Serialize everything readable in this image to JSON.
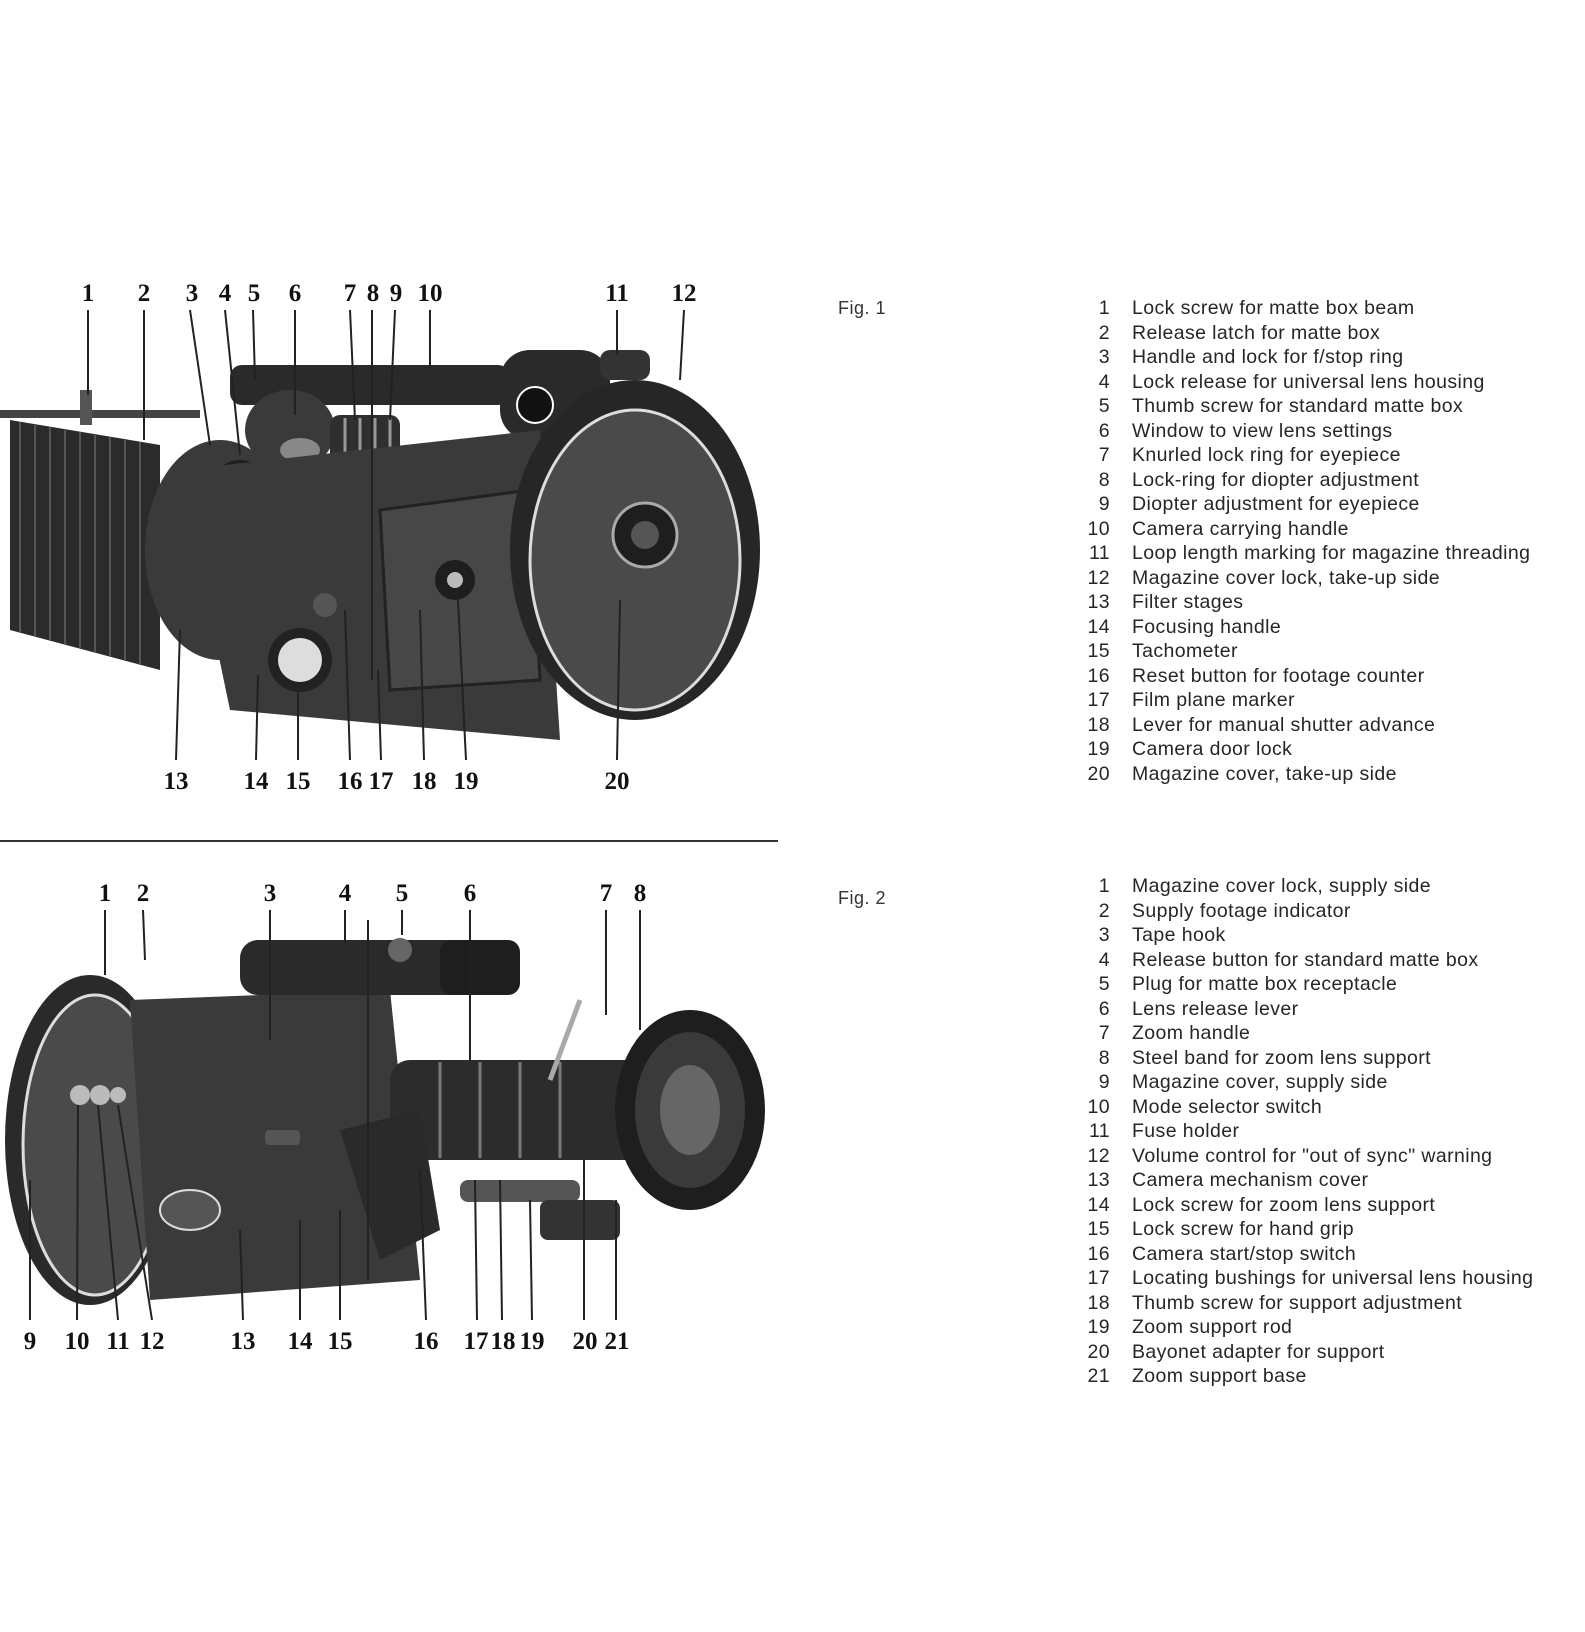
{
  "figures": [
    {
      "label": "Fig. 1",
      "top_callouts": [
        "1",
        "2",
        "3",
        "4",
        "5",
        "6",
        "7",
        "8",
        "9",
        "10",
        "11",
        "12"
      ],
      "bottom_callouts": [
        "13",
        "14",
        "15",
        "16",
        "17",
        "18",
        "19",
        "20"
      ],
      "legend": [
        {
          "num": "1",
          "text": "Lock screw for matte box beam"
        },
        {
          "num": "2",
          "text": "Release latch for matte box"
        },
        {
          "num": "3",
          "text": "Handle and lock for f/stop ring"
        },
        {
          "num": "4",
          "text": "Lock release for universal lens housing"
        },
        {
          "num": "5",
          "text": "Thumb screw for standard matte box"
        },
        {
          "num": "6",
          "text": "Window to view lens settings"
        },
        {
          "num": "7",
          "text": "Knurled lock ring for eyepiece"
        },
        {
          "num": "8",
          "text": "Lock-ring for diopter adjustment"
        },
        {
          "num": "9",
          "text": "Diopter adjustment for eyepiece"
        },
        {
          "num": "10",
          "text": "Camera carrying handle"
        },
        {
          "num": "11",
          "text": "Loop length marking for magazine threading"
        },
        {
          "num": "12",
          "text": "Magazine cover lock, take-up side"
        },
        {
          "num": "13",
          "text": "Filter stages"
        },
        {
          "num": "14",
          "text": "Focusing handle"
        },
        {
          "num": "15",
          "text": "Tachometer"
        },
        {
          "num": "16",
          "text": "Reset button for footage counter"
        },
        {
          "num": "17",
          "text": "Film plane marker"
        },
        {
          "num": "18",
          "text": "Lever for manual shutter advance"
        },
        {
          "num": "19",
          "text": "Camera door lock"
        },
        {
          "num": "20",
          "text": "Magazine cover, take-up side"
        }
      ]
    },
    {
      "label": "Fig. 2",
      "top_callouts": [
        "1",
        "2",
        "3",
        "4",
        "5",
        "6",
        "7",
        "8"
      ],
      "bottom_callouts": [
        "9",
        "10",
        "11",
        "12",
        "13",
        "14",
        "15",
        "16",
        "17",
        "18",
        "19",
        "20",
        "21"
      ],
      "legend": [
        {
          "num": "1",
          "text": "Magazine cover lock, supply side"
        },
        {
          "num": "2",
          "text": "Supply footage indicator"
        },
        {
          "num": "3",
          "text": "Tape hook"
        },
        {
          "num": "4",
          "text": "Release button for standard matte box"
        },
        {
          "num": "5",
          "text": "Plug for matte box receptacle"
        },
        {
          "num": "6",
          "text": "Lens release lever"
        },
        {
          "num": "7",
          "text": "Zoom handle"
        },
        {
          "num": "8",
          "text": "Steel band for zoom lens support"
        },
        {
          "num": "9",
          "text": "Magazine cover, supply side"
        },
        {
          "num": "10",
          "text": "Mode selector switch"
        },
        {
          "num": "11",
          "text": "Fuse holder"
        },
        {
          "num": "12",
          "text": "Volume control for \"out of sync\" warning"
        },
        {
          "num": "13",
          "text": "Camera mechanism cover"
        },
        {
          "num": "14",
          "text": "Lock screw for zoom lens support"
        },
        {
          "num": "15",
          "text": "Lock screw for hand grip"
        },
        {
          "num": "16",
          "text": "Camera start/stop switch"
        },
        {
          "num": "17",
          "text": "Locating bushings for universal lens housing"
        },
        {
          "num": "18",
          "text": "Thumb screw for support adjustment"
        },
        {
          "num": "19",
          "text": "Zoom support rod"
        },
        {
          "num": "20",
          "text": "Bayonet adapter for support"
        },
        {
          "num": "21",
          "text": "Zoom support base"
        }
      ]
    }
  ],
  "colors": {
    "ink": "#1a1a1a",
    "camera_body": "#3a3a3a",
    "camera_dark": "#1e1e1e",
    "paper": "#ffffff"
  }
}
